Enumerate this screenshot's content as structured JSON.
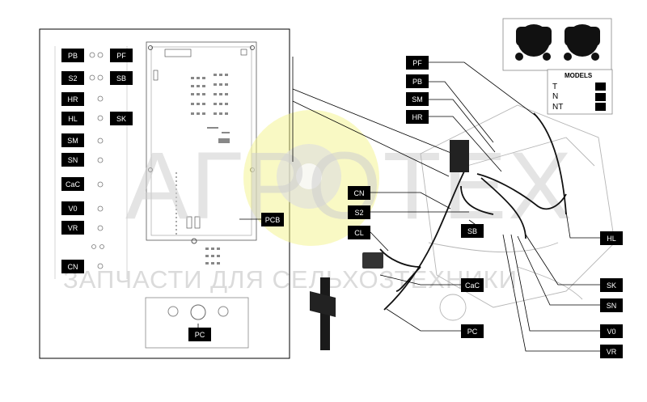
{
  "left_panel": {
    "labels": {
      "pb": "PB",
      "pf": "PF",
      "s2": "S2",
      "sb": "SB",
      "hr": "HR",
      "hl": "HL",
      "sk": "SK",
      "sm": "SM",
      "sn": "SN",
      "cac": "CaC",
      "v0": "V0",
      "vr": "VR",
      "cn": "CN"
    },
    "pcb_label": "PCB",
    "pc_label": "PC"
  },
  "callouts": {
    "pf": "PF",
    "pb": "PB",
    "sm": "SM",
    "hr": "HR",
    "cn": "CN",
    "s2": "S2",
    "cl": "CL",
    "sb": "SB",
    "cac": "CaC",
    "pc": "PC",
    "hl": "HL",
    "sk": "SK",
    "sn": "SN",
    "v0": "V0",
    "vr": "VR"
  },
  "models": {
    "title": "MODELS",
    "rows": [
      "T",
      "N",
      "NT"
    ]
  },
  "watermark": {
    "big": "АГРОТЕХ",
    "small": "ЗАПЧАСТИ ДЛЯ СЕЛЬХОЗТЕХНИКИ"
  },
  "colors": {
    "label_bg": "#000000",
    "label_text": "#ffffff",
    "watermark_gear": "#f3f38a",
    "watermark_text": "#cfcfcf"
  }
}
